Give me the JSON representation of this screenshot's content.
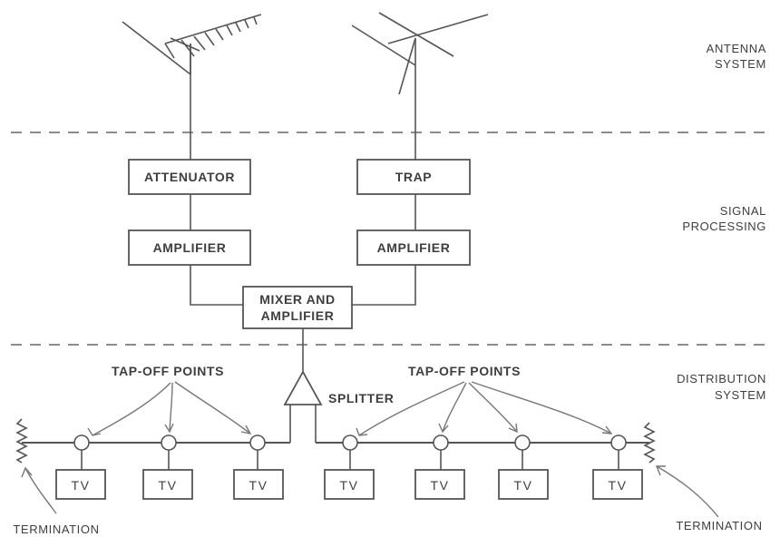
{
  "sections": {
    "antenna": [
      "ANTENNA",
      "SYSTEM"
    ],
    "processing": [
      "SIGNAL",
      "PROCESSING"
    ],
    "distribution": [
      "DISTRIBUTION",
      "SYSTEM"
    ]
  },
  "blocks": {
    "attenuator": "ATTENUATOR",
    "trap": "TRAP",
    "amplifier_left": "AMPLIFIER",
    "amplifier_right": "AMPLIFIER",
    "mixer": [
      "MIXER AND",
      "AMPLIFIER"
    ]
  },
  "labels": {
    "splitter": "SPLITTER",
    "tap_off_left": "TAP-OFF POINTS",
    "tap_off_right": "TAP-OFF POINTS",
    "termination_left": "TERMINATION",
    "termination_right": "TERMINATION"
  },
  "tv_sets": [
    "TV",
    "TV",
    "TV",
    "TV",
    "TV",
    "TV",
    "TV"
  ]
}
